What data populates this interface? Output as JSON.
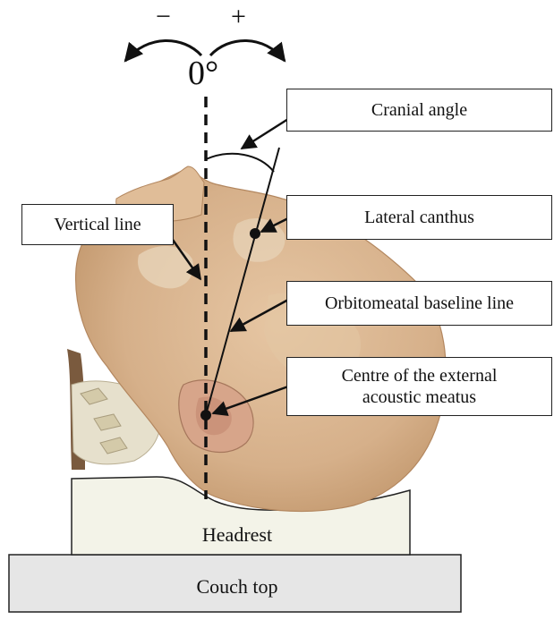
{
  "rotation": {
    "minus": "−",
    "plus": "+",
    "zero": "0°"
  },
  "labels": {
    "cranial_angle": "Cranial angle",
    "vertical_line": "Vertical line",
    "lateral_canthus": "Lateral canthus",
    "orbitomeatal_baseline": "Orbitomeatal baseline line",
    "eam_line1": "Centre of the external",
    "eam_line2": "acoustic meatus",
    "headrest": "Headrest",
    "couch_top": "Couch top"
  },
  "colors": {
    "skin": "#d9b48f",
    "skin_shadow": "#c99d72",
    "bone": "#e9e2cf",
    "headrest_fill": "#f3f3e8",
    "couch_fill": "#e6e6e6",
    "line": "#111111"
  }
}
